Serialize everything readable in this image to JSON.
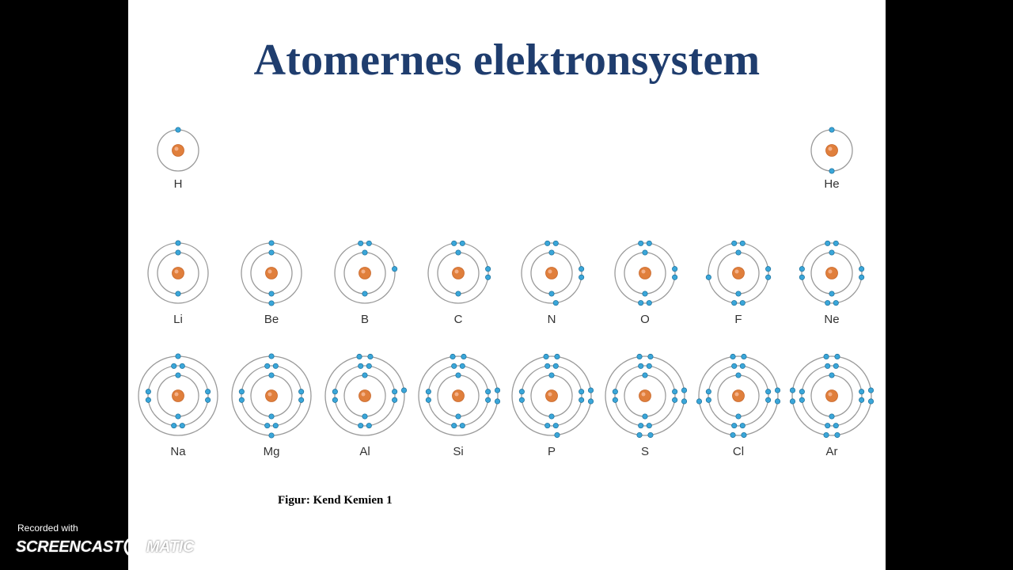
{
  "slide": {
    "title": "Atomernes elektronsystem",
    "caption": "Figur:  Kend Kemien 1"
  },
  "colors": {
    "title": "#1f3d6e",
    "orbit": "#9a9a9a",
    "nucleus": "#e07f3c",
    "electron": "#3aa6d9"
  },
  "atoms": [
    {
      "symbol": "H",
      "period": 1,
      "shells": [
        1
      ]
    },
    {
      "symbol": "He",
      "period": 1,
      "shells": [
        2
      ]
    },
    {
      "symbol": "Li",
      "period": 2,
      "shells": [
        2,
        1
      ]
    },
    {
      "symbol": "Be",
      "period": 2,
      "shells": [
        2,
        2
      ]
    },
    {
      "symbol": "B",
      "period": 2,
      "shells": [
        2,
        3
      ]
    },
    {
      "symbol": "C",
      "period": 2,
      "shells": [
        2,
        4
      ]
    },
    {
      "symbol": "N",
      "period": 2,
      "shells": [
        2,
        5
      ]
    },
    {
      "symbol": "O",
      "period": 2,
      "shells": [
        2,
        6
      ]
    },
    {
      "symbol": "F",
      "period": 2,
      "shells": [
        2,
        7
      ]
    },
    {
      "symbol": "Ne",
      "period": 2,
      "shells": [
        2,
        8
      ]
    },
    {
      "symbol": "Na",
      "period": 3,
      "shells": [
        2,
        8,
        1
      ]
    },
    {
      "symbol": "Mg",
      "period": 3,
      "shells": [
        2,
        8,
        2
      ]
    },
    {
      "symbol": "Al",
      "period": 3,
      "shells": [
        2,
        8,
        3
      ]
    },
    {
      "symbol": "Si",
      "period": 3,
      "shells": [
        2,
        8,
        4
      ]
    },
    {
      "symbol": "P",
      "period": 3,
      "shells": [
        2,
        8,
        5
      ]
    },
    {
      "symbol": "S",
      "period": 3,
      "shells": [
        2,
        8,
        6
      ]
    },
    {
      "symbol": "Cl",
      "period": 3,
      "shells": [
        2,
        8,
        7
      ]
    },
    {
      "symbol": "Ar",
      "period": 3,
      "shells": [
        2,
        8,
        8
      ]
    }
  ],
  "watermark": {
    "recorded": "Recorded with",
    "brand_left": "SCREENCAST",
    "brand_right": "MATIC"
  }
}
